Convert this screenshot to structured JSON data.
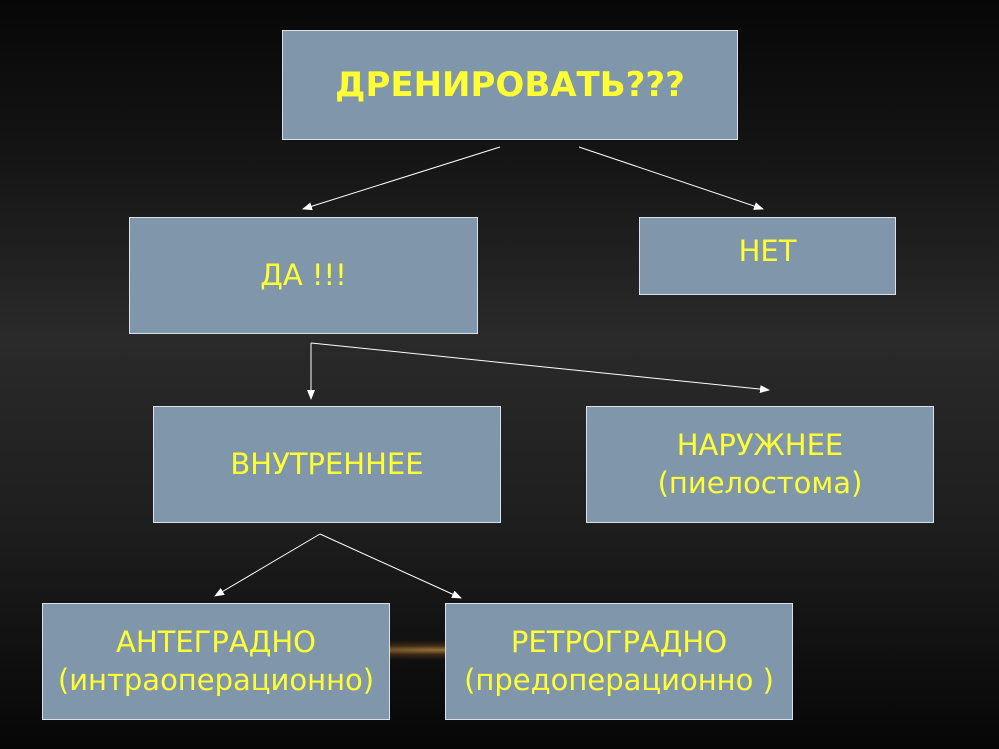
{
  "diagram": {
    "root": "ДРЕНИРОВАТЬ???",
    "yes": "ДА !!!",
    "no": "НЕТ",
    "internal": "ВНУТРЕННЕЕ",
    "external": {
      "line1": "НАРУЖНЕЕ",
      "line2": "(пиелостома)"
    },
    "antegrade": {
      "line1": "АНТЕГРАДНО",
      "line2": "(интраоперационно)"
    },
    "retrograde": {
      "line1": "РЕТРОГРАДНО",
      "line2": "(предоперационно )"
    }
  },
  "colors": {
    "box_fill": "#7f96ab",
    "box_border": "#d9e2ea",
    "text": "#ffff33",
    "arrow": "#ffffff"
  }
}
